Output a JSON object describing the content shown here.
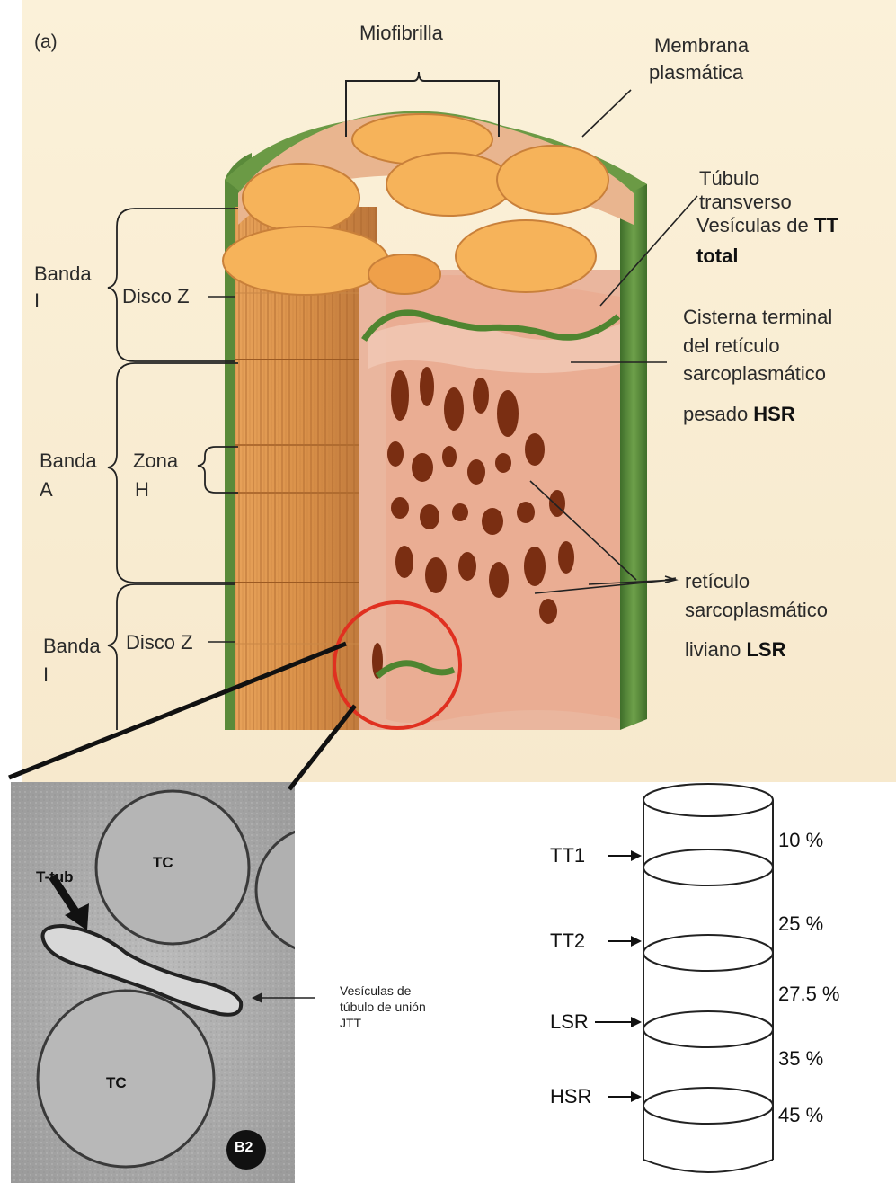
{
  "panel_letter": "(a)",
  "labels": {
    "miofibrilla": "Miofibrilla",
    "membrana_1": "Membrana",
    "membrana_2": "plasmática",
    "tubulo_1": "Túbulo",
    "tubulo_2": "transverso",
    "vesiculas_tt_1": "Vesículas de ",
    "vesiculas_tt_bold": "TT",
    "vesiculas_tt_2": "total",
    "cisterna_1": "Cisterna terminal",
    "cisterna_2": "del retículo",
    "cisterna_3": "sarcoplasmático",
    "pesado": "pesado ",
    "hsr_bold": "HSR",
    "reticulo_1": "retículo",
    "reticulo_2": "sarcoplasmático",
    "liviano": "liviano ",
    "lsr_bold": "LSR",
    "banda_i_top_1": "Banda",
    "banda_i_top_2": "I",
    "disco_z_top": "Disco Z",
    "banda_a_1": "Banda",
    "banda_a_2": "A",
    "zona_h_1": "Zona",
    "zona_h_2": "H",
    "banda_i_bot_1": "Banda",
    "banda_i_bot_2": "I",
    "disco_z_bot": "Disco Z"
  },
  "micrograph": {
    "tc_top": "TC",
    "tc_bottom": "TC",
    "ttub": "T-tub",
    "badge": "B2",
    "caption_1": "Vesículas de",
    "caption_2": "túbulo de unión",
    "caption_3": "JTT"
  },
  "gradient": {
    "percentages": [
      "10 %",
      "25 %",
      "27.5 %",
      "35 %",
      "45 %"
    ],
    "bands": [
      "TT1",
      "TT2",
      "LSR",
      "HSR"
    ]
  },
  "colors": {
    "membrane_green": "#5a8a3a",
    "myofibril_orange": "#f6b35a",
    "reticulum_pink": "#e6aa92",
    "zoom_circle": "#e03020"
  }
}
